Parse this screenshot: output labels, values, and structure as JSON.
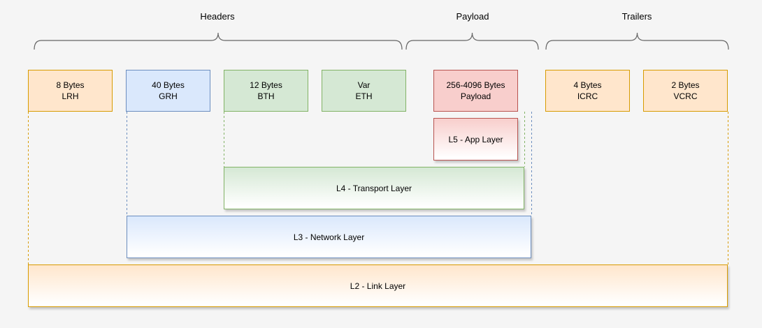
{
  "groups": [
    {
      "label": "Headers"
    },
    {
      "label": "Payload"
    },
    {
      "label": "Trailers"
    }
  ],
  "packet_boxes": [
    {
      "id": "LRH",
      "line1": "8 Bytes",
      "line2": "LRH",
      "color": "orange"
    },
    {
      "id": "GRH",
      "line1": "40 Bytes",
      "line2": "GRH",
      "color": "blue"
    },
    {
      "id": "BTH",
      "line1": "12 Bytes",
      "line2": "BTH",
      "color": "green"
    },
    {
      "id": "ETH",
      "line1": "Var",
      "line2": "ETH",
      "color": "green"
    },
    {
      "id": "Payload",
      "line1": "256-4096 Bytes",
      "line2": "Payload",
      "color": "red"
    },
    {
      "id": "ICRC",
      "line1": "4 Bytes",
      "line2": "ICRC",
      "color": "orange"
    },
    {
      "id": "VCRC",
      "line1": "2 Bytes",
      "line2": "VCRC",
      "color": "orange"
    }
  ],
  "layers": [
    {
      "label": "L5 - App Layer",
      "color": "red"
    },
    {
      "label": "L4 - Transport Layer",
      "color": "green"
    },
    {
      "label": "L3 - Network Layer",
      "color": "blue"
    },
    {
      "label": "L2 - Link Layer",
      "color": "orange"
    }
  ],
  "palette": {
    "background": "#f5f5f5",
    "orange_fill": "#ffe6cc",
    "orange_stroke": "#d79b00",
    "blue_fill": "#dae8fc",
    "blue_stroke": "#6c8ebf",
    "green_fill": "#d5e8d4",
    "green_stroke": "#82b366",
    "red_fill": "#f8cecc",
    "red_stroke": "#b85450",
    "brace_stroke": "#666666",
    "text": "#000000"
  }
}
